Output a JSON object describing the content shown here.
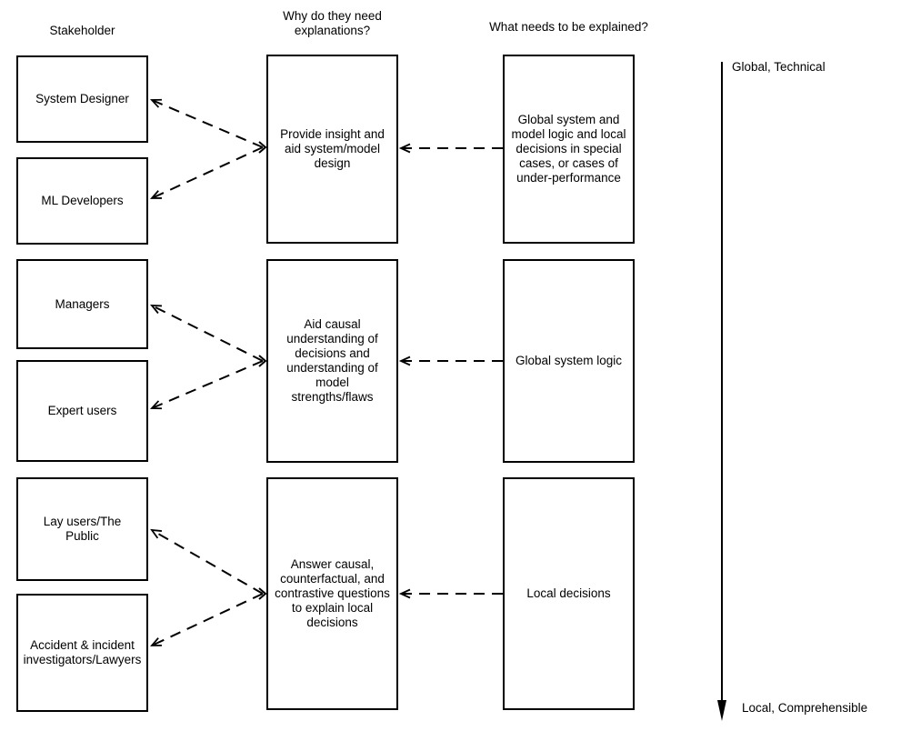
{
  "headers": {
    "col1": "Stakeholder",
    "col2": "Why do they need\nexplanations?",
    "col3": "What needs to be explained?"
  },
  "stakeholders": [
    "System Designer",
    "ML Developers",
    "Managers",
    "Expert users",
    "Lay users/The\nPublic",
    "Accident & incident\ninvestigators/Lawyers"
  ],
  "reasons": [
    "Provide insight and\naid system/model\ndesign",
    "Aid causal\nunderstanding of\ndecisions and\nunderstanding of\nmodel\nstrengths/flaws",
    "Answer causal,\ncounterfactual, and\ncontrastive questions\nto explain local\ndecisions"
  ],
  "explananda": [
    "Global system and\nmodel logic and local\ndecisions in special\ncases, or cases of\nunder-performance",
    "Global system logic",
    "Local decisions"
  ],
  "axis": {
    "top_label": "Global, Technical",
    "bottom_label": "Local, Comprehensible"
  },
  "colors": {
    "stroke": "#000000",
    "text": "#000000",
    "background": "#ffffff"
  }
}
